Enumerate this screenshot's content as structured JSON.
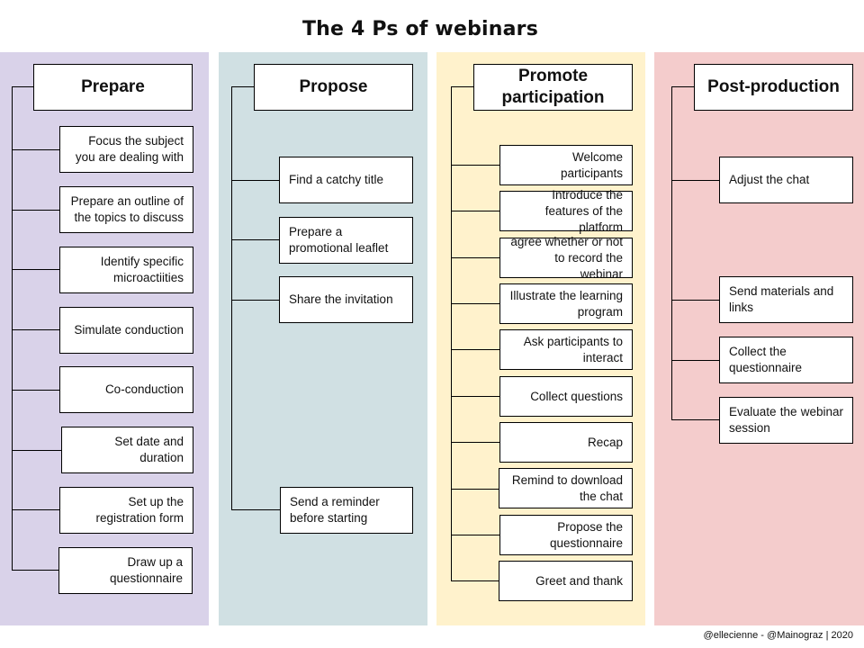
{
  "title": "The 4 Ps of webinars",
  "footer": "@ellecienne - @Mainograz | 2020",
  "colors": {
    "prepare_bg": "#d9d2e9",
    "propose_bg": "#d0e0e3",
    "promote_bg": "#fff2cc",
    "post_bg": "#f4cccc"
  },
  "columns": [
    {
      "heading": "Prepare",
      "items": [
        "Focus the subject you are dealing with",
        "Prepare an outline of the topics to discuss",
        "Identify specific microactiities",
        "Simulate conduction",
        "Co-conduction",
        "Set date and duration",
        "Set up the registration form",
        "Draw up a questionnaire"
      ]
    },
    {
      "heading": "Propose",
      "items": [
        "Find a catchy title",
        "Prepare a promotional leaflet",
        "Share the invitation",
        "Send a reminder before starting"
      ]
    },
    {
      "heading": "Promote participation",
      "items": [
        "Welcome participants",
        "Introduce the features of the platform",
        "agree whether or not to record the webinar",
        "Illustrate the learning program",
        "Ask participants to interact",
        "Collect questions",
        "Recap",
        "Remind to download the chat",
        "Propose the questionnaire",
        "Greet and thank"
      ]
    },
    {
      "heading": "Post-production",
      "items": [
        "Adjust the chat",
        "Send materials and links",
        "Collect the questionnaire",
        "Evaluate the webinar session"
      ]
    }
  ]
}
